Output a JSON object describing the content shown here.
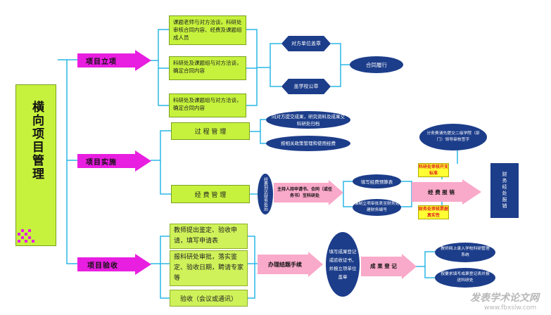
{
  "title": "横向项目管理",
  "phases": {
    "lixiang": "项目立项",
    "shishi": "项目实施",
    "yanshou": "项目验收"
  },
  "lixiang_boxes": [
    "课题老师与对方洽谈，科研处审核合同内容、经费及课题组成人员",
    "科研处及课题组与对方洽谈，确定合同内容",
    "科研处及课题组与对方洽谈，确定合同内容"
  ],
  "lixiang_seals": {
    "duifang": "对方单位盖章",
    "xuexiao": "盖学校公章"
  },
  "hetong": "合同履行",
  "guocheng": {
    "label": "过 程 管 理",
    "items": [
      "向对方提交成果，研究资料及成果交科研处归档",
      "按相关政策管理和使用经费"
    ]
  },
  "jingfei": {
    "label": "经 费 管 理",
    "arrive": "经费到达财务处后",
    "step": "主持人持申请书、合同（或任务书）至科研处",
    "fill_budget": "填写经费预算表",
    "fill_card": "编制立项审批表至财务处建财务编号",
    "submit": "经 费 报 销",
    "check1": "科研处审核开支标准",
    "check2": "财务处审核票据真实性",
    "oval_top": "分务费请先提交二级学院（部门）领导审核签字",
    "final": "财务经处报销"
  },
  "yanshou_boxes": [
    "教师提出鉴定、验收申请，填写申请表",
    "报科研处审批，落实鉴定、验收日期，聘请专家等",
    "验收（会议或通讯）"
  ],
  "yanshou_flow": {
    "banli": "办理结题手续",
    "tianxie": "填写成果登记或验收证书，并报立项单位盖章",
    "dengji": "成 果 登 记",
    "ovals": [
      "教师网上录入学校科研管理系统",
      "按要求填写成果登记表并报送科研处"
    ]
  },
  "watermark": {
    "line1": "发表学术论文网",
    "line2": "www.fbxslw.com"
  },
  "colors": {
    "green": "#c6f23d",
    "navy": "#1c3d8a",
    "magenta": "#e81ee0",
    "pink": "#f9a9c9",
    "line": "#2ab7e6"
  }
}
